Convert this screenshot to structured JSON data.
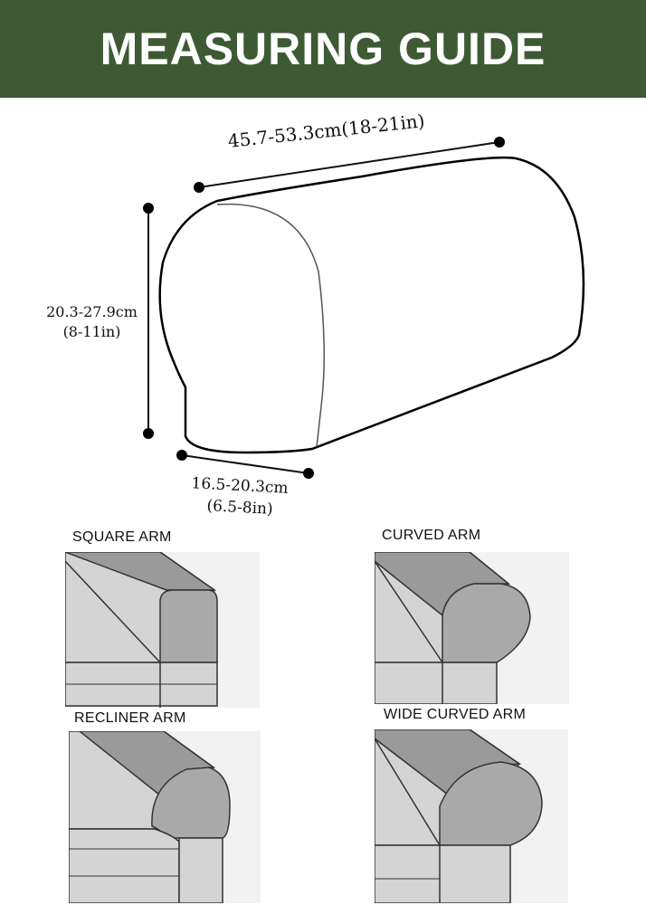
{
  "header": {
    "title": "MEASURING GUIDE"
  },
  "dimensions": {
    "length": "45.7-53.3cm(18-21in)",
    "height_cm": "20.3-27.9cm",
    "height_in": "(8-11in)",
    "width_cm": "16.5-20.3cm",
    "width_in": "(6.5-8in)"
  },
  "arm_types": [
    {
      "label": "SQUARE ARM"
    },
    {
      "label": "CURVED ARM"
    },
    {
      "label": "RECLINER ARM"
    },
    {
      "label": "WIDE CURVED ARM"
    }
  ],
  "colors": {
    "header_bg": "#3d5a34",
    "arm_top": "#9a9a9a",
    "arm_front": "#a9a9a9",
    "sofa_body": "#d4d4d4",
    "card_bg": "#f2f2f2"
  }
}
